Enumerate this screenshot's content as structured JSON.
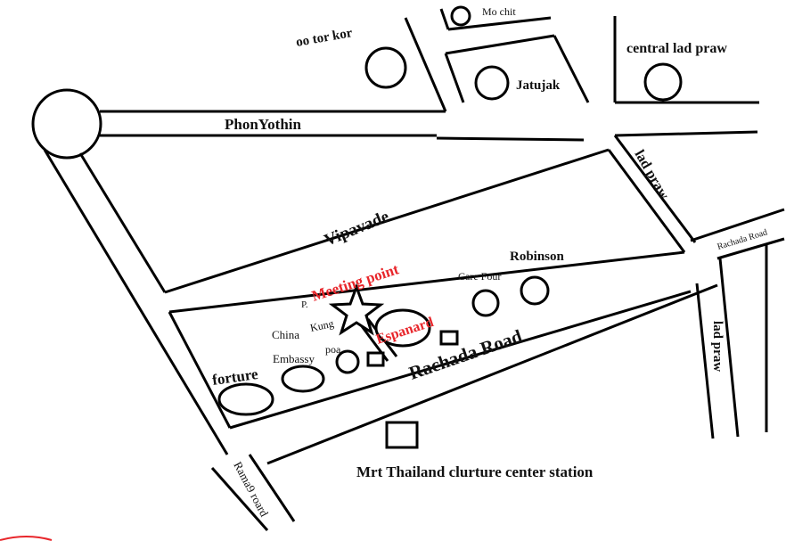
{
  "map": {
    "labels": {
      "mo_chit": "Mo chit",
      "oo_tor_kor": "oo tor kor",
      "central_lad_praw": "central lad praw",
      "jatujak": "Jatujak",
      "phonyothin": "PhonYothin",
      "lad_praw_upper": "lad praw",
      "vipavade": "Vipavade",
      "rachada_road_small": "Rachada Road",
      "robinson": "Robinson",
      "care_four": "Care Four",
      "meeting_point": "Meeting point",
      "p": "P.",
      "kung": "Kung",
      "china": "China",
      "espanard": "Espanard",
      "poa": "poa",
      "embassy": "Embassy",
      "forture": "forture",
      "rachada_road_main": "Rachada Road",
      "lad_praw_lower": "lad praw",
      "mrt_station": "Mrt Thailand clurture center station",
      "rama9_road": "Rama9 roard"
    },
    "colors": {
      "road": "#000000",
      "highlight": "#e8262b",
      "background": "#ffffff"
    },
    "icons": {
      "meeting_point_marker": "star-icon",
      "station_marker": "square-icon"
    }
  }
}
